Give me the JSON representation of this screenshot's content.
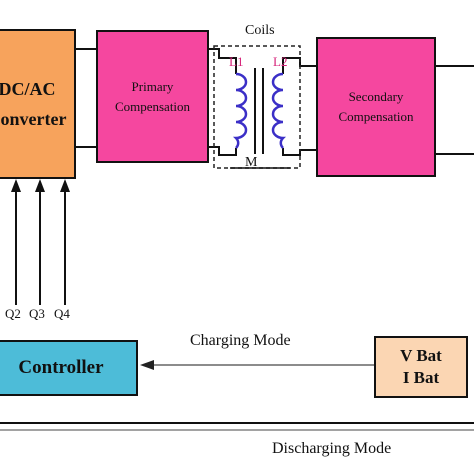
{
  "blocks": {
    "converter": {
      "line1": "DC/AC",
      "line2": "Converter",
      "color": "#f7a35c"
    },
    "primary": {
      "line1": "Primary",
      "line2": "Compensation",
      "color": "#f5479f"
    },
    "secondary": {
      "line1": "Secondary",
      "line2": "Compensation",
      "color": "#f5479f"
    },
    "controller": {
      "label": "Controller",
      "color": "#4dbcd8"
    },
    "sensor": {
      "line1": "V Bat",
      "line2": "I Bat",
      "color": "#fbd6b3"
    }
  },
  "coils": {
    "title": "Coils",
    "l1": "L1",
    "l2": "L2",
    "mutual": "M",
    "winding_color": "#3b2fc7",
    "label_color": "#d6247a"
  },
  "switches": [
    "Q2",
    "Q3",
    "Q4"
  ],
  "modes": {
    "charging": "Charging Mode",
    "discharging": "Discharging Mode"
  }
}
